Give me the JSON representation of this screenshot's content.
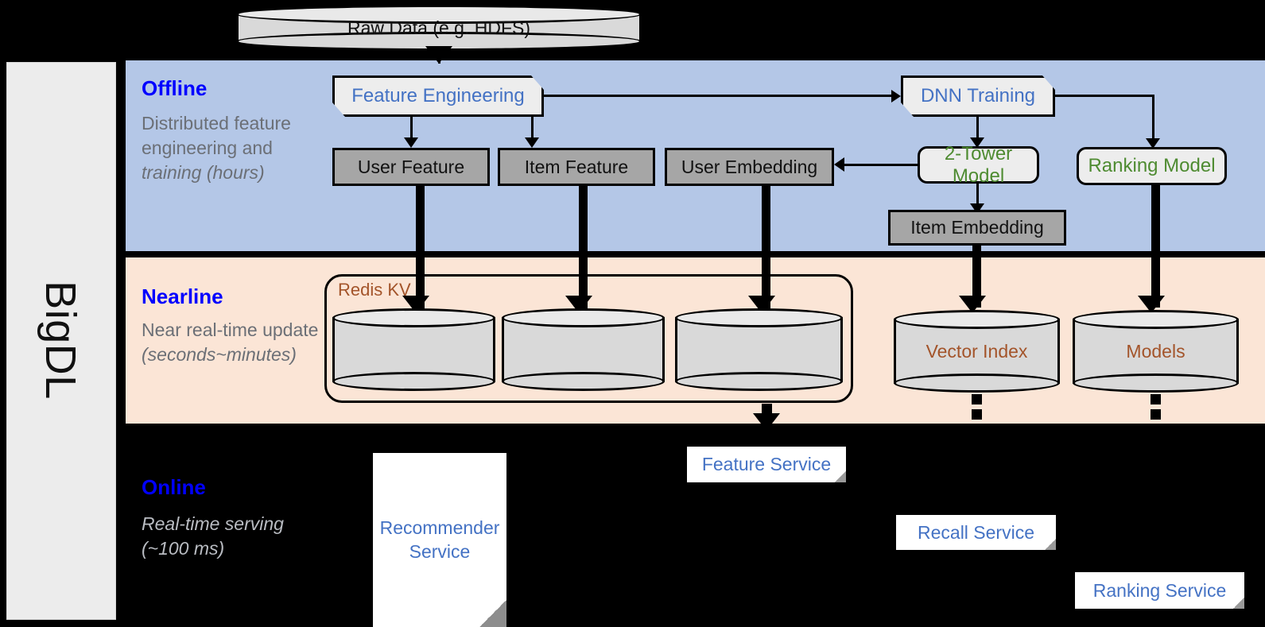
{
  "platform": {
    "name": "BigDL"
  },
  "source": {
    "label": "Raw Data (e.g. HDFS)"
  },
  "bands": {
    "offline": {
      "title": "Offline",
      "subtitle": "Distributed feature engineering and training (hours)"
    },
    "nearline": {
      "title": "Nearline",
      "subtitle": "Near real-time update (seconds~minutes)"
    },
    "online": {
      "title": "Online",
      "subtitle": "Real-time serving (~100 ms)"
    }
  },
  "offline_nodes": {
    "feature_engineering": "Feature Engineering",
    "dnn_training": "DNN Training",
    "user_feature": "User Feature",
    "item_feature": "Item Feature",
    "user_embedding": "User Embedding",
    "two_tower_model": "2-Tower Model",
    "ranking_model": "Ranking Model",
    "item_embedding": "Item Embedding"
  },
  "nearline_nodes": {
    "redis_kv": "Redis KV",
    "store_user_feature": "",
    "store_item_feature": "",
    "store_user_embedding": "",
    "vector_index": "Vector Index",
    "models": "Models"
  },
  "online_nodes": {
    "recommender_service": "Recommender Service",
    "feature_service": "Feature Service",
    "recall_service": "Recall Service",
    "ranking_service": "Ranking Service"
  },
  "colors": {
    "offline_band": "#b4c7e7",
    "nearline_band": "#fbe5d6",
    "online_band": "#000000",
    "band_title": "#0000ff",
    "model_text": "#4e8b31",
    "process_text": "#4472c4",
    "store_text": "#a3542a",
    "grey_box": "#a6a6a6"
  }
}
